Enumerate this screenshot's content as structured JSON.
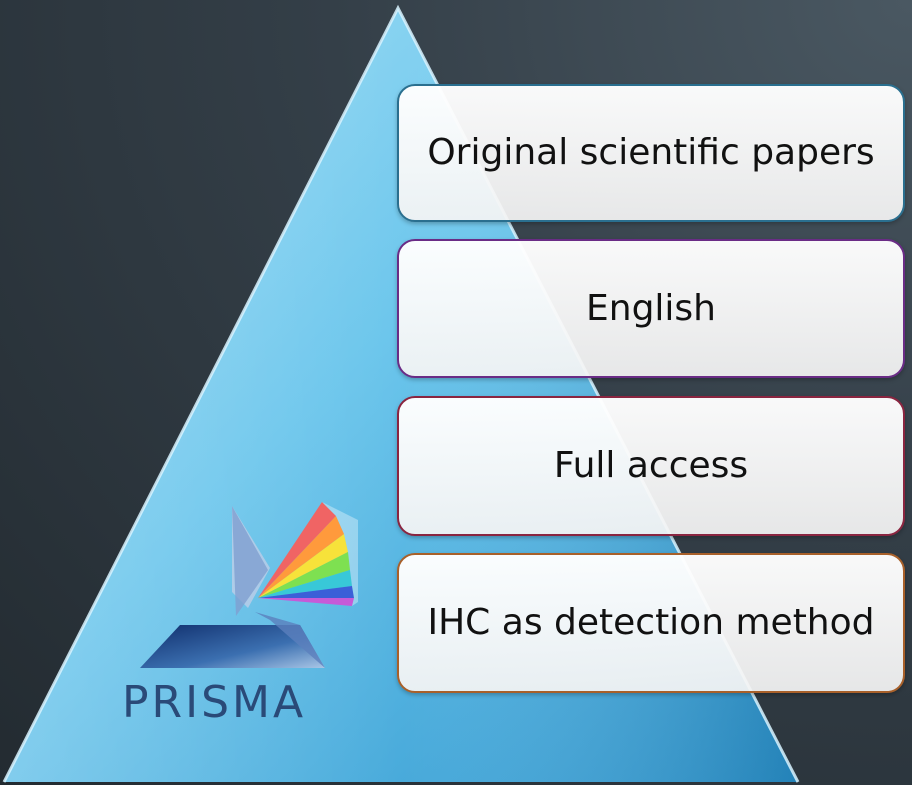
{
  "diagram": {
    "criteria": [
      {
        "label": "Original scientific papers"
      },
      {
        "label": "English"
      },
      {
        "label": "Full access"
      },
      {
        "label": "IHC as detection method"
      }
    ]
  },
  "logo": {
    "text": "PRISMA"
  },
  "colors": {
    "pyramid_light": "#8fd6f2",
    "pyramid_dark": "#2d98cf",
    "box_border_1": "#2a6f8f",
    "box_border_2": "#6a2c86",
    "box_border_3": "#8a2540",
    "box_border_4": "#a8602a",
    "logo_text": "#2a4a78"
  }
}
